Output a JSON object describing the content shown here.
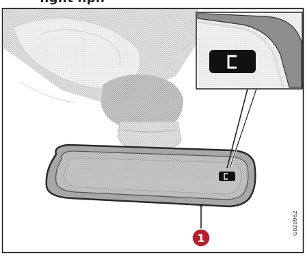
{
  "header_text_partial": "..g..t ..p..",
  "callouts": [
    {
      "number": "1",
      "target": "light sensor"
    }
  ],
  "figure_code": "G020962",
  "colors": {
    "background": "#ffffff",
    "border": "#1a1a1a",
    "dither_gray": "#d4d4d4",
    "mirror_frame": "#9a9a9a",
    "mirror_glass": "#bdbdbd",
    "callout_red": "#b51f2e",
    "callout_text": "#ffffff",
    "button": "#111111"
  },
  "icons": [
    "rearview-mirror",
    "mirror-button",
    "light-sensor",
    "zoom-inset"
  ]
}
